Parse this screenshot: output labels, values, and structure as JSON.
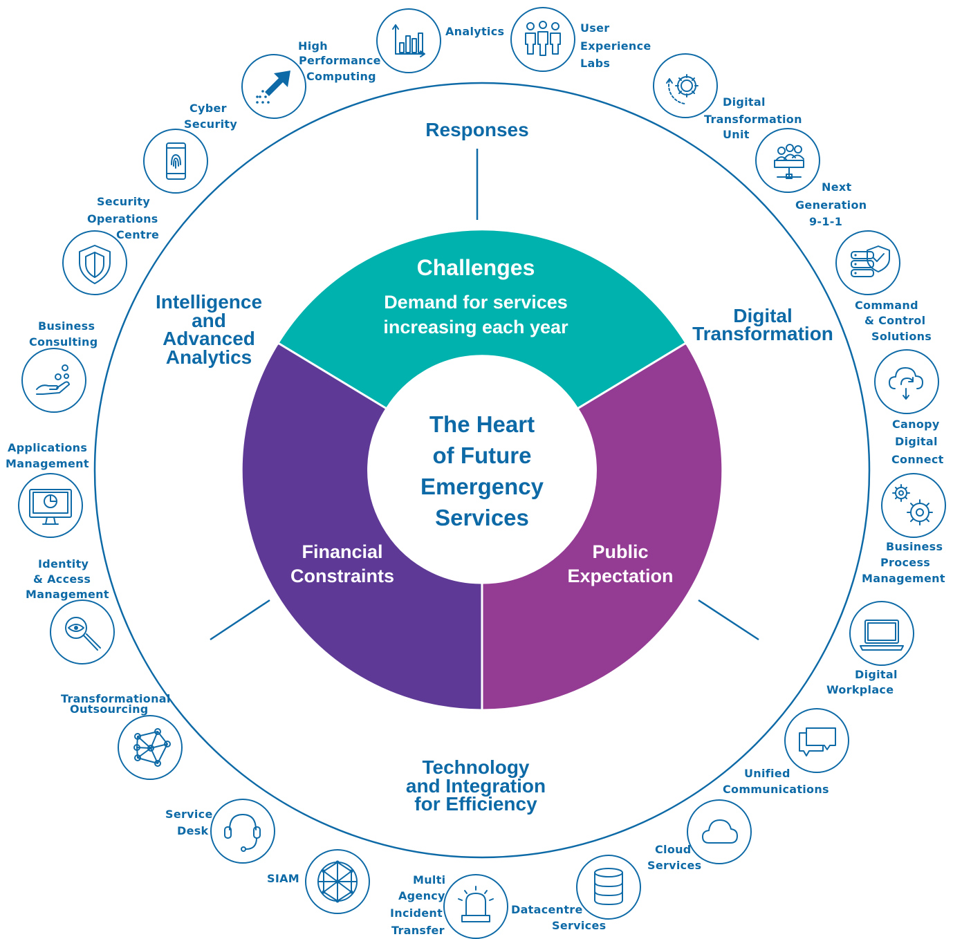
{
  "center": {
    "title_lines": [
      "The Heart",
      "of Future",
      "Emergency",
      "Services"
    ]
  },
  "segments": {
    "challenges": {
      "title": "Challenges",
      "lines": [
        "Demand for services",
        "increasing each year"
      ],
      "color": "#00b2ad"
    },
    "financial": {
      "lines": [
        "Financial",
        "Constraints"
      ],
      "color": "#5e3a96"
    },
    "public": {
      "lines": [
        "Public",
        "Expectation"
      ],
      "color": "#943c93"
    }
  },
  "themes": {
    "responses": [
      "Responses"
    ],
    "intelligence": [
      "Intelligence",
      "and",
      "Advanced",
      "Analytics"
    ],
    "digital": [
      "Digital",
      "Transformation"
    ],
    "technology": [
      "Technology",
      "and Integration",
      "for Efficiency"
    ]
  },
  "services": {
    "analytics": [
      "Analytics"
    ],
    "user_experience": [
      "User",
      "Experience",
      "Labs"
    ],
    "high_performance": [
      "High",
      "Performance",
      "Computing"
    ],
    "digital_transformation_unit": [
      "Digital",
      "Transformation",
      "Unit"
    ],
    "cyber_security": [
      "Cyber",
      "Security"
    ],
    "next_generation": [
      "Next",
      "Generation",
      "9-1-1"
    ],
    "security_operations": [
      "Security",
      "Operations",
      "Centre"
    ],
    "command_control": [
      "Command",
      "& Control",
      "Solutions"
    ],
    "business_consulting": [
      "Business",
      "Consulting"
    ],
    "canopy": [
      "Canopy",
      "Digital",
      "Connect"
    ],
    "applications_management": [
      "Applications",
      "Management"
    ],
    "business_process": [
      "Business",
      "Process",
      "Management"
    ],
    "identity_access": [
      "Identity",
      "& Access",
      "Management"
    ],
    "digital_workplace": [
      "Digital",
      "Workplace"
    ],
    "transformational_outsourcing": [
      "Transformational",
      "Outsourcing"
    ],
    "unified_communications": [
      "Unified",
      "Communications"
    ],
    "service_desk": [
      "Service",
      "Desk"
    ],
    "cloud_services": [
      "Cloud",
      "Services"
    ],
    "siam": [
      "SIAM"
    ],
    "datacentre": [
      "Datacentre",
      "Services"
    ],
    "multi_agency": [
      "Multi",
      "Agency",
      "Incident",
      "Transfer"
    ]
  },
  "colors": {
    "accent_blue": "#0e6aa6",
    "teal": "#00b2ad",
    "purple": "#5e3a96",
    "magenta": "#943c93"
  }
}
